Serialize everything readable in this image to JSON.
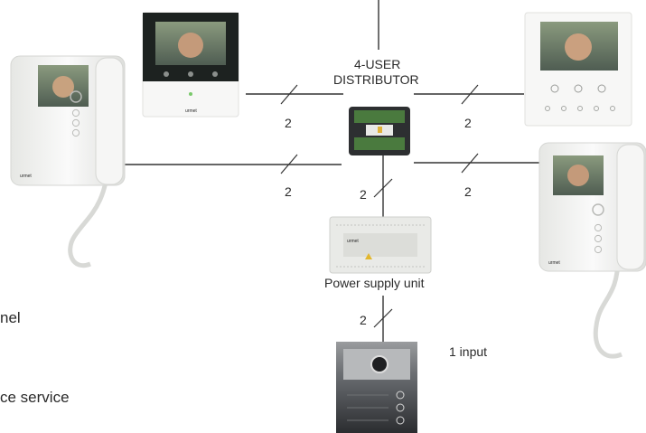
{
  "distributor": {
    "line1": "4-USER",
    "line2": "DISTRIBUTOR"
  },
  "wire_labels": {
    "top_left": "2",
    "top_right": "2",
    "mid_left": "2",
    "mid_right": "2",
    "to_psu": "2",
    "to_panel": "2"
  },
  "power_supply": {
    "label": "Power supply unit"
  },
  "panel": {
    "input_label": "1 input"
  },
  "left_notes": {
    "line1": "nel",
    "line2": "ce service"
  },
  "device_brand": "urmet",
  "colors": {
    "line": "#333333",
    "device_white": "#f1f2f0",
    "screen_bg": "#6d7b6c",
    "panel_dark": "#2b2d30"
  }
}
